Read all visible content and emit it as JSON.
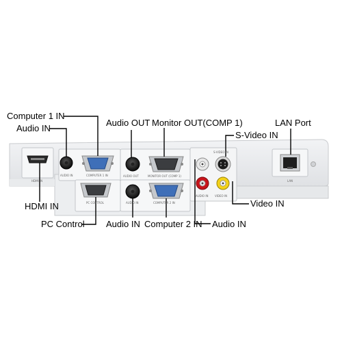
{
  "labels": {
    "computer1_in": "Computer 1 IN",
    "audio_in_top": "Audio IN",
    "audio_out": "Audio OUT",
    "monitor_out": "Monitor OUT(COMP 1)",
    "lan_port": "LAN Port",
    "s_video_in": "S-Video IN",
    "hdmi_in": "HDMI IN",
    "pc_control": "PC Control",
    "audio_in_bottom": "Audio IN",
    "computer2_in": "Computer 2 IN",
    "audio_in_right": "Audio IN",
    "video_in": "Video IN"
  },
  "panel_text": {
    "hdmi": "HDMI IN",
    "audio_in": "AUDIO IN",
    "computer1": "COMPUTER 1 IN",
    "audio_out": "AUDIO OUT",
    "monitor_out": "MONITOR OUT (COMP 1)",
    "svideo": "S-VIDEO IN",
    "control": "PC CONTROL",
    "audio_in2": "AUDIO IN",
    "computer2": "COMPUTER 2 IN",
    "audio_rca": "AUDIO IN",
    "video": "VIDEO IN",
    "lan": "LAN"
  }
}
